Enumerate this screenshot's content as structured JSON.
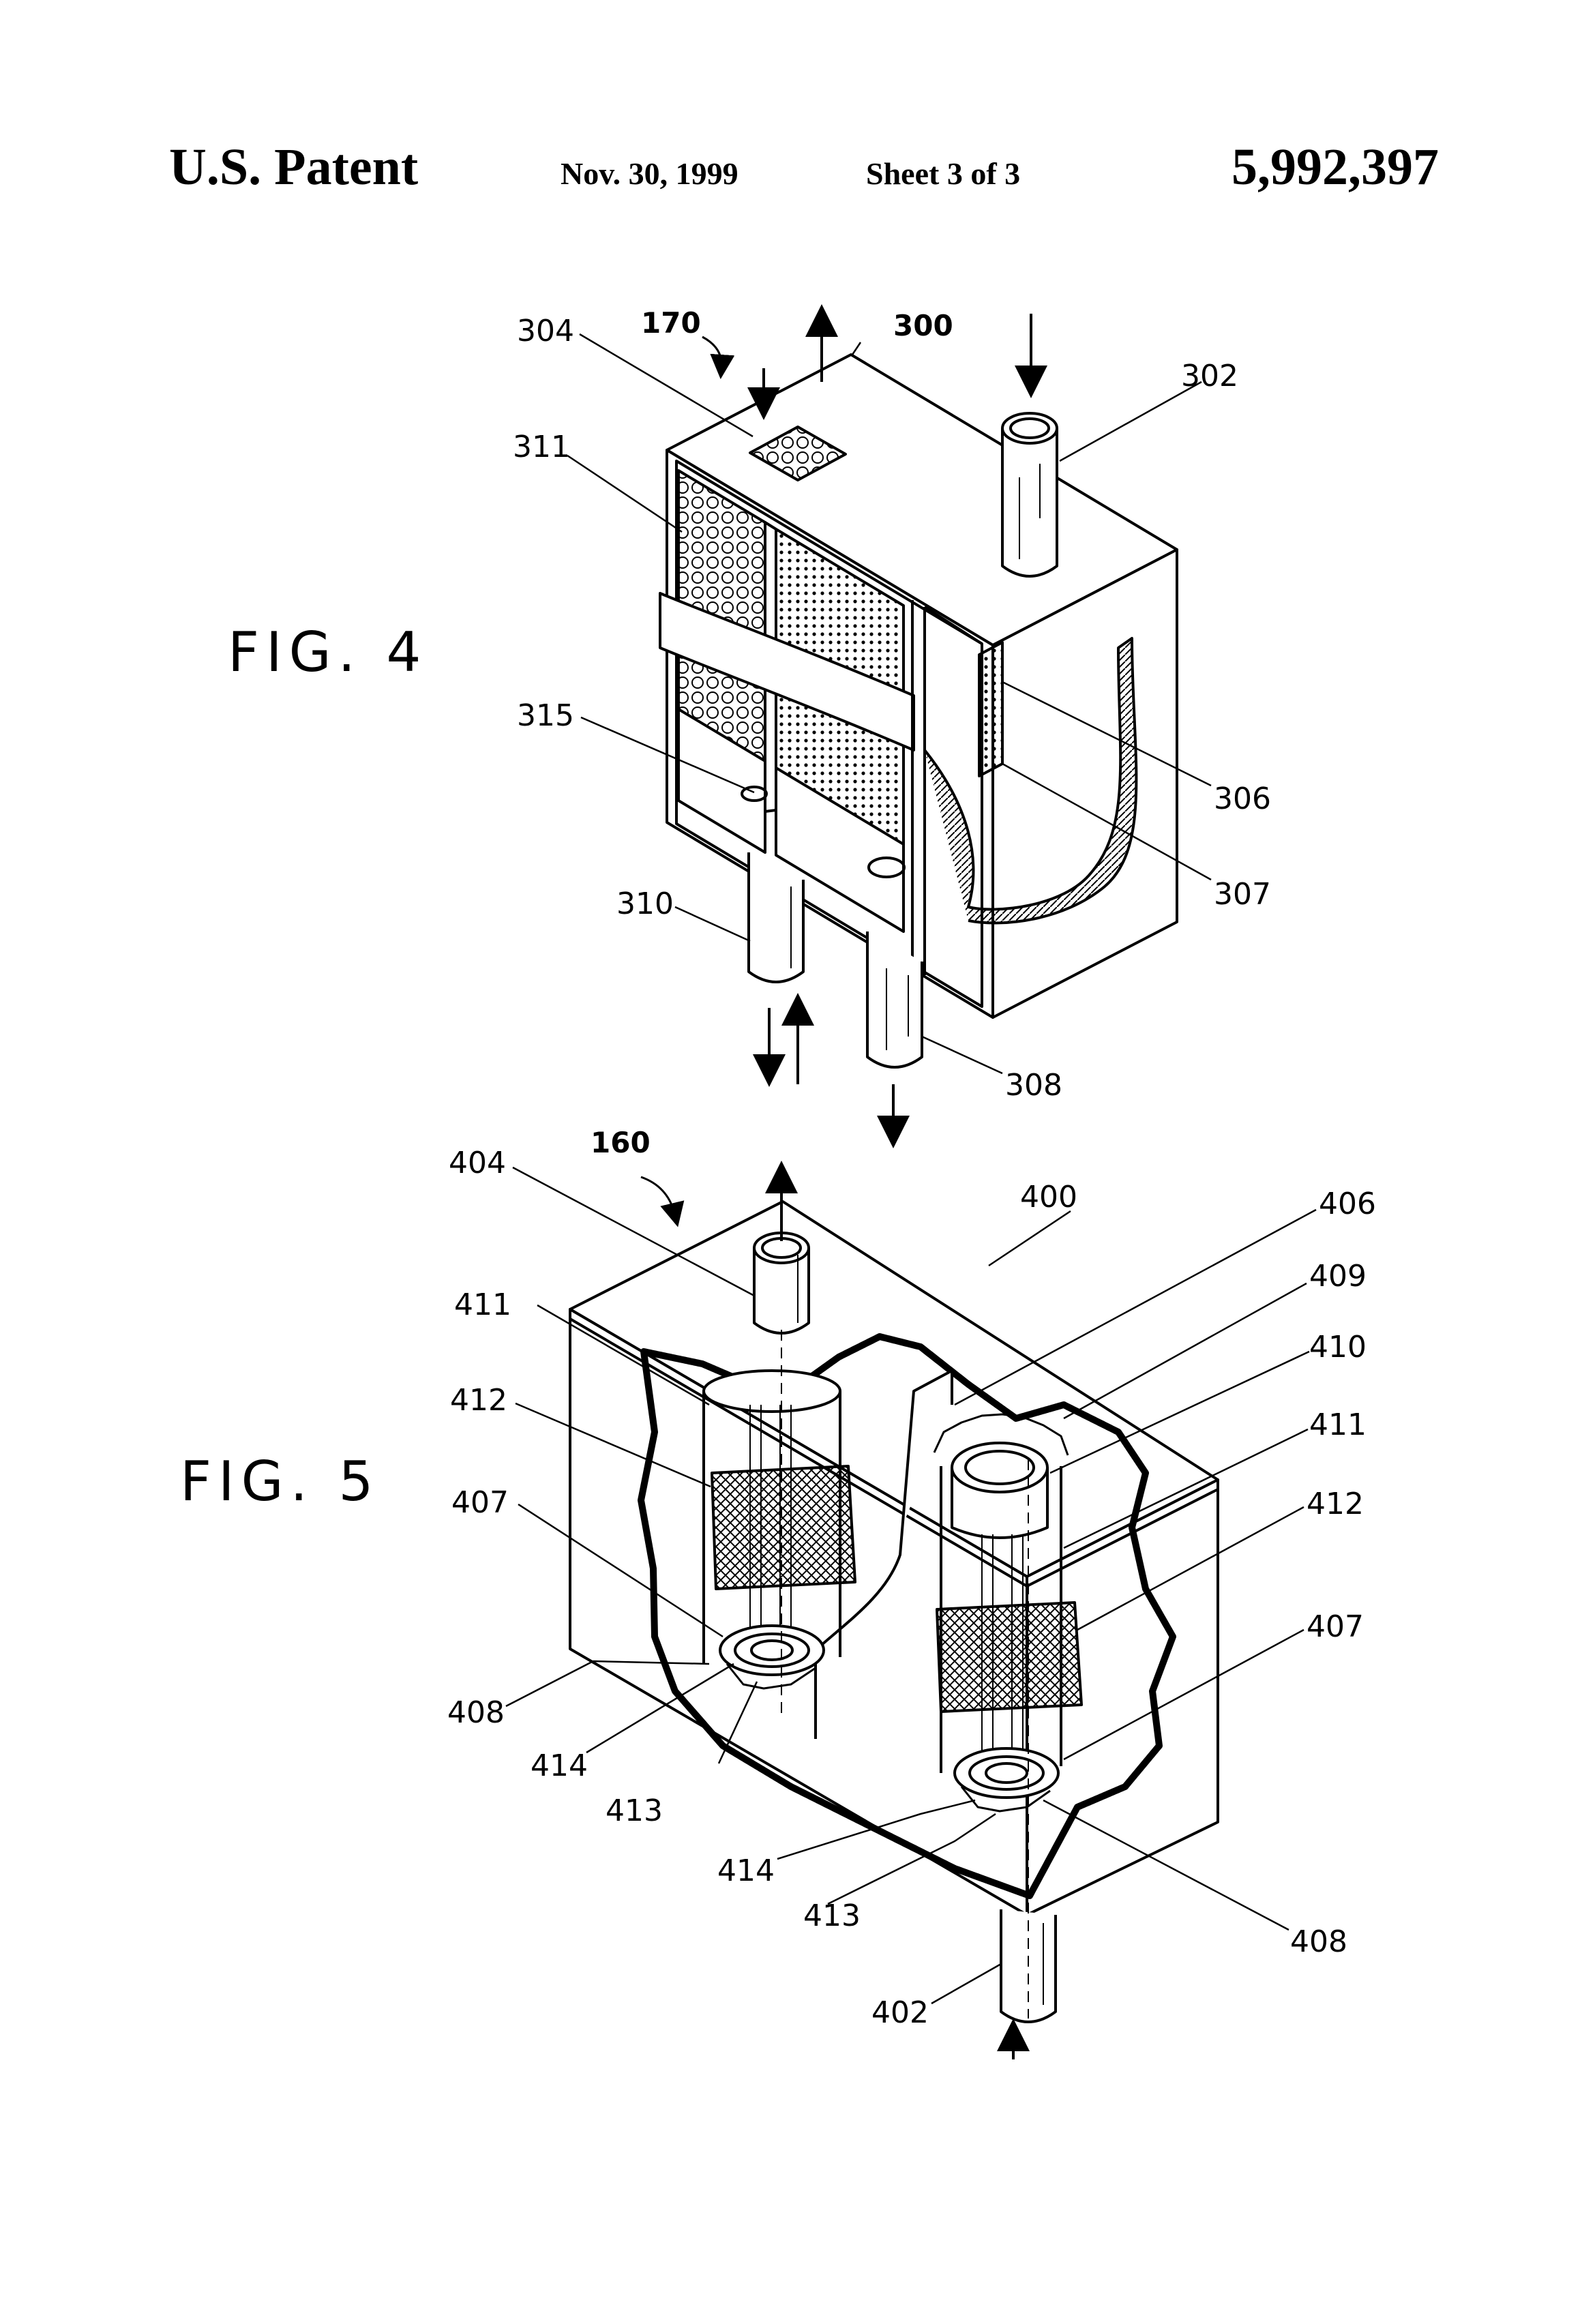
{
  "header": {
    "patent_label": "U.S. Patent",
    "date": "Nov. 30, 1999",
    "sheet": "Sheet 3 of 3",
    "patent_number": "5,992,397"
  },
  "figures": {
    "fig4": {
      "label": "FIG. 4",
      "refs": {
        "r170": "170",
        "r300": "300",
        "r302": "302",
        "r304": "304",
        "r306": "306",
        "r307": "307",
        "r308": "308",
        "r310": "310",
        "r311": "311",
        "r315": "315"
      }
    },
    "fig5": {
      "label": "FIG. 5",
      "refs": {
        "r160": "160",
        "r400": "400",
        "r402": "402",
        "r404": "404",
        "r406": "406",
        "r407a": "407",
        "r407b": "407",
        "r408a": "408",
        "r408b": "408",
        "r409": "409",
        "r410": "410",
        "r411a": "411",
        "r411b": "411",
        "r412a": "412",
        "r412b": "412",
        "r413a": "413",
        "r413b": "413",
        "r414a": "414",
        "r414b": "414"
      }
    }
  }
}
